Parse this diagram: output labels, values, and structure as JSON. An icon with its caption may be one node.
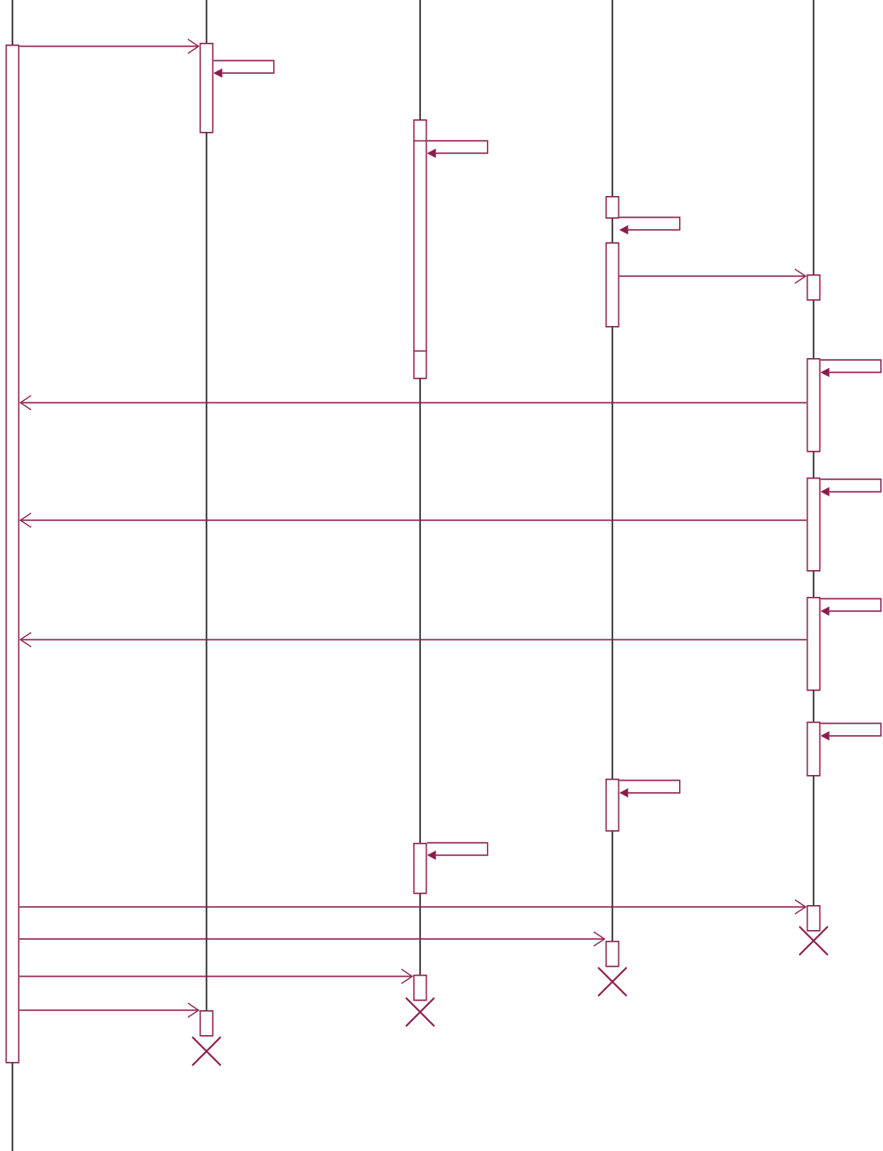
{
  "diagram": {
    "nodes": [
      {
        "text": [],
        "shape": "bar"
      },
      {
        "text": [],
        "shape": "bar"
      },
      {
        "text": [],
        "shape": "bar"
      },
      {
        "text": [],
        "shape": "bar"
      },
      {
        "text": [],
        "shape": "bar"
      },
      {
        "text": [],
        "shape": "bar"
      },
      {
        "text": [],
        "shape": "bar"
      },
      {
        "text": [],
        "shape": "bar"
      },
      {
        "text": [],
        "shape": "bar"
      },
      {
        "text": [],
        "shape": "bar"
      },
      {
        "text": [],
        "shape": "bar"
      },
      {
        "text": [],
        "shape": "bar"
      },
      {
        "text": [],
        "shape": "bar"
      },
      {
        "text": [],
        "shape": "bar"
      },
      {
        "text": [],
        "shape": "bar"
      },
      {
        "text": [],
        "shape": "bar"
      }
    ],
    "edges": [
      {
        "from": 0,
        "to": 1,
        "arrow": "to"
      },
      {
        "from": 1,
        "to": 1,
        "arrow": "to"
      },
      {
        "from": 2,
        "to": 2,
        "arrow": "to"
      },
      {
        "from": 3,
        "to": 3,
        "arrow": "to"
      },
      {
        "from": 4,
        "to": 5,
        "arrow": "to"
      },
      {
        "from": 6,
        "to": 6,
        "arrow": "to"
      },
      {
        "from": 6,
        "to": 0,
        "arrow": "to"
      },
      {
        "from": 7,
        "to": 7,
        "arrow": "to"
      },
      {
        "from": 7,
        "to": 0,
        "arrow": "to"
      },
      {
        "from": 8,
        "to": 8,
        "arrow": "to"
      },
      {
        "from": 8,
        "to": 0,
        "arrow": "to"
      },
      {
        "from": 9,
        "to": 9,
        "arrow": "to"
      },
      {
        "from": 10,
        "to": 10,
        "arrow": "to"
      },
      {
        "from": 11,
        "to": 11,
        "arrow": "to"
      },
      {
        "from": 0,
        "to": 12,
        "arrow": "to"
      },
      {
        "from": 0,
        "to": 13,
        "arrow": "to"
      },
      {
        "from": 0,
        "to": 14,
        "arrow": "to"
      },
      {
        "from": 0,
        "to": 15,
        "arrow": "to"
      }
    ]
  }
}
